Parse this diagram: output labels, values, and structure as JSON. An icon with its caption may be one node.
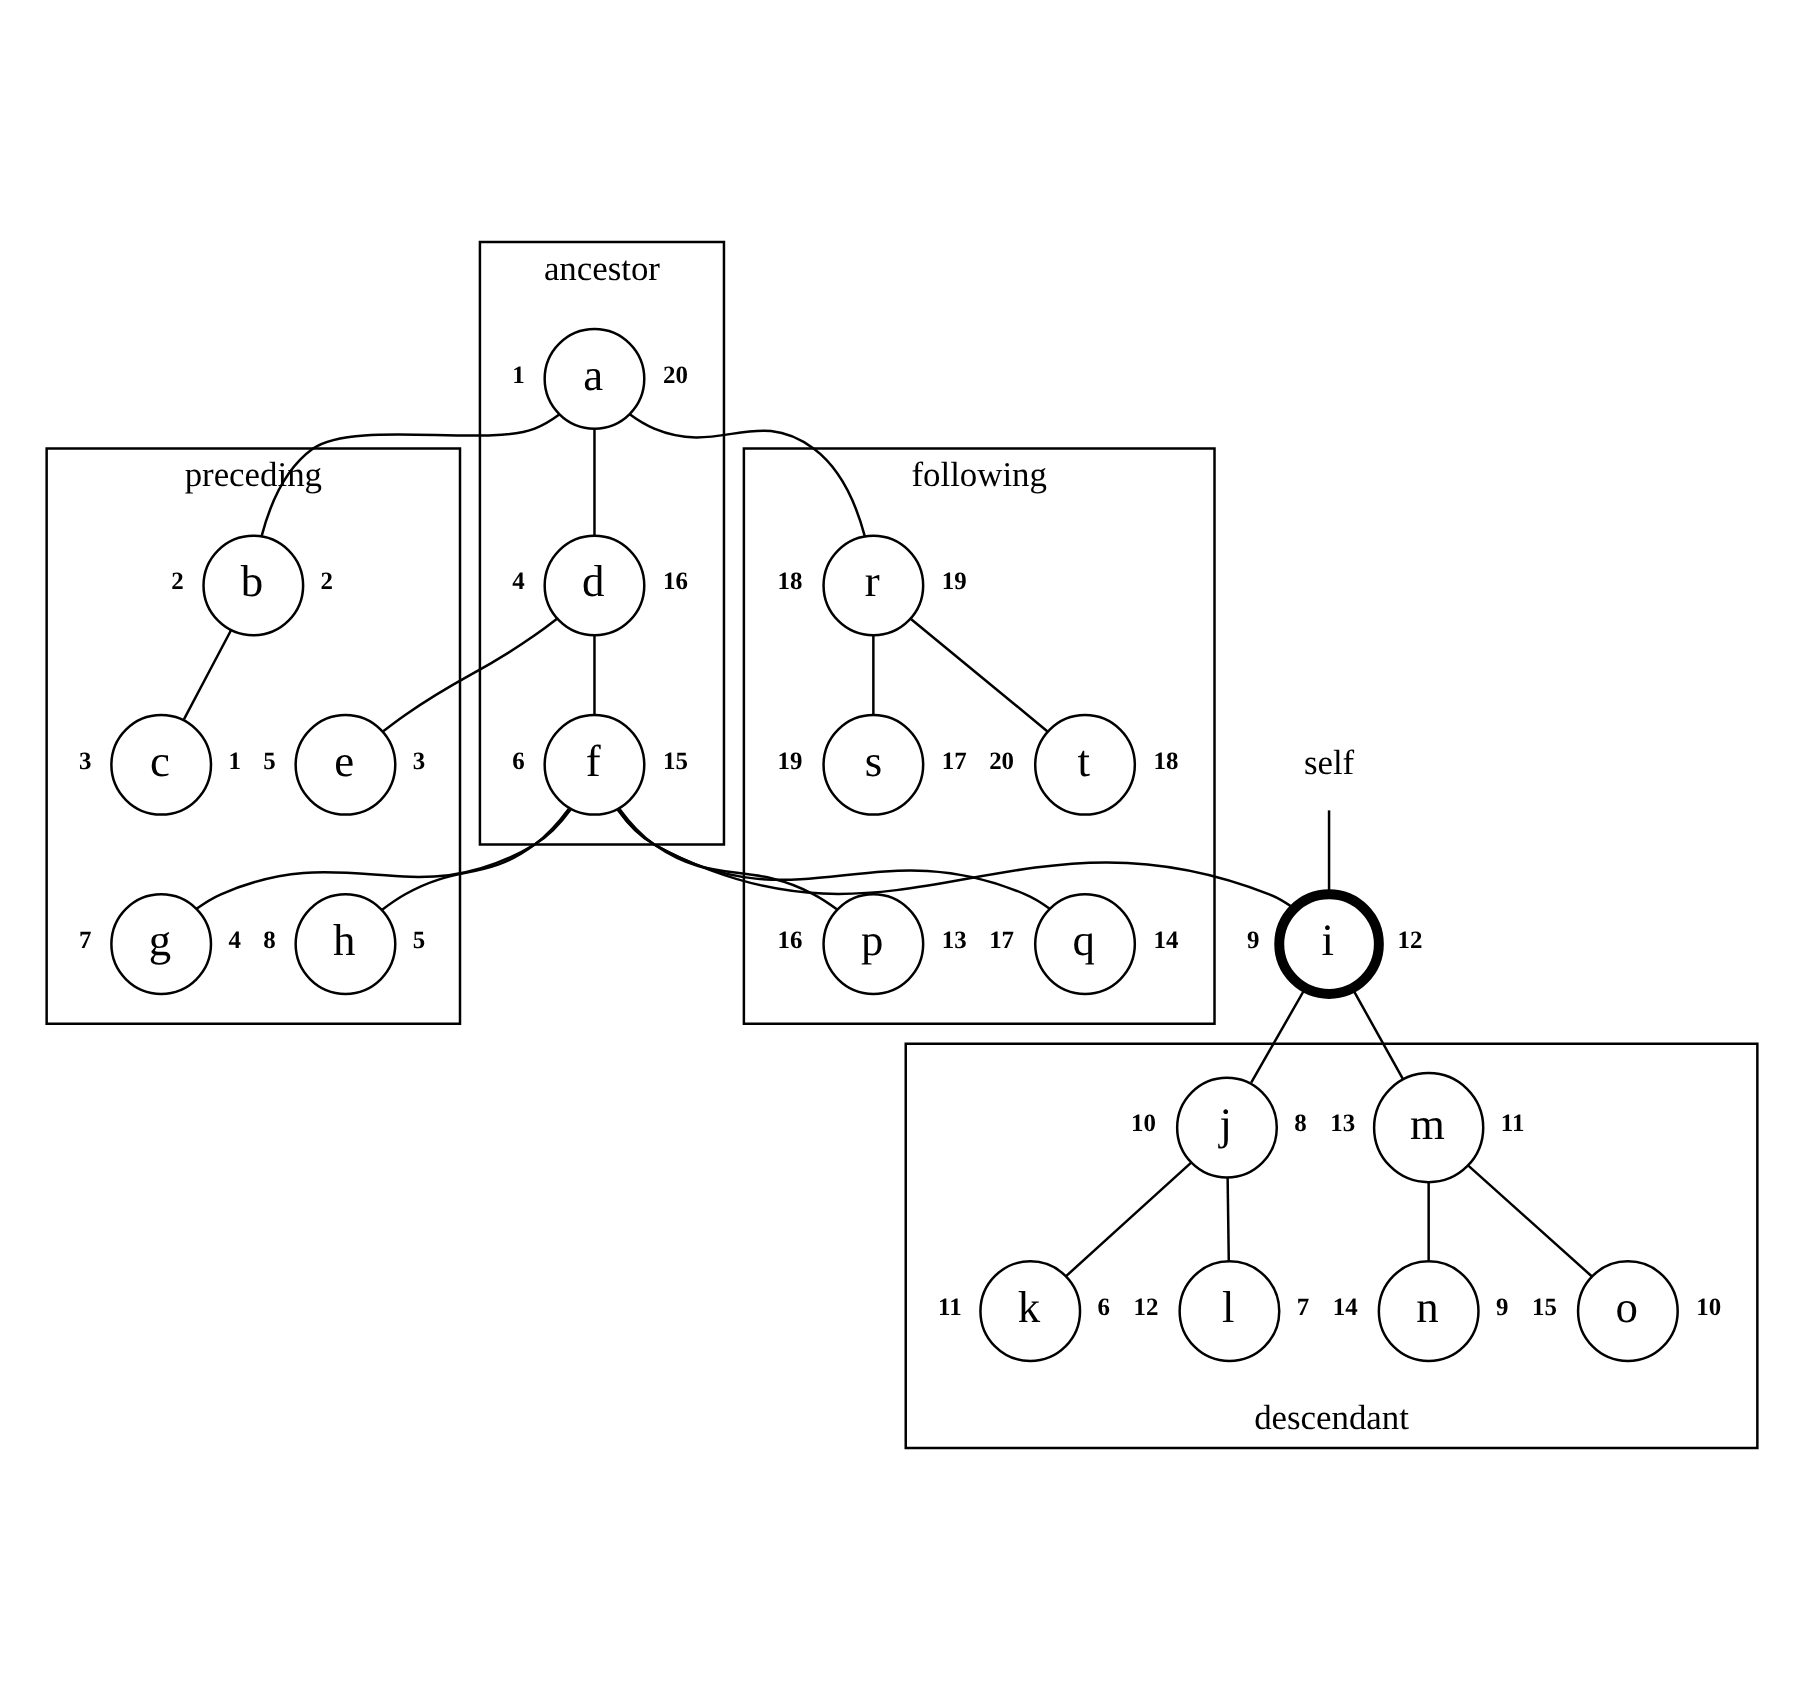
{
  "diagram": {
    "nodes": [
      {
        "text": [
          "ancestor"
        ]
      },
      {
        "text": [
          "a"
        ],
        "in": 0,
        "beside": [
          "1",
          "20"
        ]
      },
      {
        "text": [
          "d"
        ],
        "in": 0,
        "beside": [
          "4",
          "16"
        ]
      },
      {
        "text": [
          "f"
        ],
        "in": 0,
        "beside": [
          "6",
          "15"
        ]
      },
      {
        "text": [
          "preceding"
        ]
      },
      {
        "text": [
          "b"
        ],
        "in": 4,
        "beside": [
          "2",
          "2"
        ]
      },
      {
        "text": [
          "c"
        ],
        "in": 4,
        "beside": [
          "3",
          "1"
        ]
      },
      {
        "text": [
          "e"
        ],
        "in": 4,
        "beside": [
          "5",
          "3"
        ]
      },
      {
        "text": [
          "g"
        ],
        "in": 4,
        "beside": [
          "7",
          "4"
        ]
      },
      {
        "text": [
          "h"
        ],
        "in": 4,
        "beside": [
          "8",
          "5"
        ]
      },
      {
        "text": [
          "following"
        ]
      },
      {
        "text": [
          "r"
        ],
        "in": 10,
        "beside": [
          "18",
          "19"
        ]
      },
      {
        "text": [
          "s"
        ],
        "in": 10,
        "beside": [
          "19",
          "17"
        ]
      },
      {
        "text": [
          "t"
        ],
        "in": 10,
        "beside": [
          "20",
          "18"
        ]
      },
      {
        "text": [
          "p"
        ],
        "in": 10,
        "beside": [
          "16",
          "13"
        ]
      },
      {
        "text": [
          "q"
        ],
        "in": 10,
        "beside": [
          "17",
          "14"
        ]
      },
      {
        "text": [
          "i"
        ],
        "beside": [
          "9",
          "12"
        ]
      },
      {
        "text": [
          "self"
        ]
      },
      {
        "text": [
          "descendant"
        ]
      },
      {
        "text": [
          "j"
        ],
        "in": 18,
        "beside": [
          "10",
          "8"
        ]
      },
      {
        "text": [
          "k"
        ],
        "in": 18,
        "beside": [
          "11",
          "6"
        ]
      },
      {
        "text": [
          "l"
        ],
        "in": 18,
        "beside": [
          "12",
          "7"
        ]
      },
      {
        "text": [
          "m"
        ],
        "in": 18,
        "beside": [
          "13",
          "11"
        ]
      },
      {
        "text": [
          "n"
        ],
        "in": 18,
        "beside": [
          "14",
          "9"
        ]
      },
      {
        "text": [
          "o"
        ],
        "in": 18,
        "beside": [
          "15",
          "10"
        ]
      }
    ],
    "edges": [
      {
        "from": 1,
        "to": 5,
        "arrow": "none"
      },
      {
        "from": 1,
        "to": 2,
        "arrow": "none"
      },
      {
        "from": 1,
        "to": 11,
        "arrow": "none"
      },
      {
        "from": 5,
        "to": 6,
        "arrow": "none"
      },
      {
        "from": 2,
        "to": 7,
        "arrow": "none"
      },
      {
        "from": 2,
        "to": 3,
        "arrow": "none"
      },
      {
        "from": 11,
        "to": 12,
        "arrow": "none"
      },
      {
        "from": 11,
        "to": 13,
        "arrow": "none"
      },
      {
        "from": 3,
        "to": 8,
        "arrow": "none"
      },
      {
        "from": 3,
        "to": 9,
        "arrow": "none"
      },
      {
        "from": 3,
        "to": 16,
        "arrow": "none"
      },
      {
        "from": 3,
        "to": 14,
        "arrow": "none"
      },
      {
        "from": 3,
        "to": 15,
        "arrow": "none"
      },
      {
        "from": 16,
        "to": 19,
        "arrow": "none"
      },
      {
        "from": 16,
        "to": 22,
        "arrow": "none"
      },
      {
        "from": 19,
        "to": 20,
        "arrow": "none"
      },
      {
        "from": 19,
        "to": 21,
        "arrow": "none"
      },
      {
        "from": 22,
        "to": 23,
        "arrow": "none"
      },
      {
        "from": 22,
        "to": 24,
        "arrow": "none"
      },
      {
        "from": 17,
        "to": 16,
        "arrow": "none"
      }
    ]
  }
}
